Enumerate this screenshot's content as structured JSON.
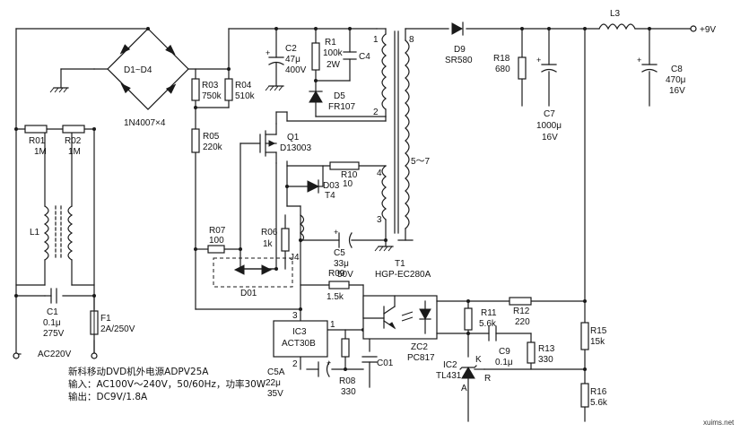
{
  "labels": {
    "d1_d4": "D1~D4",
    "d1_d4_part": "1N4007×4",
    "r01": "R01",
    "r01_val": "1M",
    "r02": "R02",
    "r02_val": "1M",
    "l1": "L1",
    "c1": "C1",
    "c1_val": "0.1μ",
    "c1_volt": "275V",
    "f1": "F1",
    "f1_val": "2A/250V",
    "ac_in": "AC220V",
    "r03": "R03",
    "r03_val": "750k",
    "r04": "R04",
    "r04_val": "510k",
    "r05": "R05",
    "r05_val": "220k",
    "c2": "C2",
    "c2_val": "47μ",
    "c2_volt": "400V",
    "r1": "R1",
    "r1_val": "100k",
    "r1_pwr": "2W",
    "c4": "C4",
    "d5": "D5",
    "d5_part": "FR107",
    "t1_pin1": "1",
    "t1_pin2": "2",
    "t1_pin8": "8",
    "t1_pin57": "5～7",
    "t1_pin4": "4",
    "t1_pin3": "3",
    "t1": "T1",
    "t1_part": "HGP-EC280A",
    "q1": "Q1",
    "q1_part": "D13003",
    "r10": "R10",
    "r10_val": "10",
    "d03": "D03",
    "t4": "T4",
    "r07": "R07",
    "r07_val": "100",
    "r06": "R06",
    "r06_val": "1k",
    "j4": "J4",
    "c5": "C5",
    "c5_val": "33μ",
    "c5_volt": "50V",
    "d01": "D01",
    "r09": "R09",
    "r09_val": "1.5k",
    "ic3": "IC3",
    "ic3_part": "ACT30B",
    "ic3_pin3": "3",
    "ic3_pin1": "1",
    "ic3_pin2": "2",
    "c5a": "C5A",
    "c5a_val": "22μ",
    "c5a_volt": "35V",
    "r08": "R08",
    "r08_val": "330",
    "c01": "C01",
    "zc2": "ZC2",
    "zc2_part": "PC817",
    "d9": "D9",
    "d9_part": "SR580",
    "r18": "R18",
    "r18_val": "680",
    "c7": "C7",
    "c7_val": "1000μ",
    "c7_volt": "16V",
    "l3": "L3",
    "vout": "+9V",
    "c8": "C8",
    "c8_val": "470μ",
    "c8_volt": "16V",
    "r11": "R11",
    "r11_val": "5.6k",
    "r12": "R12",
    "r12_val": "220",
    "c9": "C9",
    "c9_val": "0.1μ",
    "r13": "R13",
    "r13_val": "330",
    "ic2": "IC2",
    "ic2_part": "TL431",
    "ic2_k": "K",
    "ic2_a": "A",
    "ic2_r": "R",
    "r15": "R15",
    "r15_val": "15k",
    "r16": "R16",
    "r16_val": "5.6k",
    "watermark": "xuims.net"
  },
  "notes": [
    "新科移动DVD机外电源ADPV25A",
    "输入：AC100V～240V，50/60Hz，功率30W",
    "输出：DC9V/1.8A"
  ]
}
